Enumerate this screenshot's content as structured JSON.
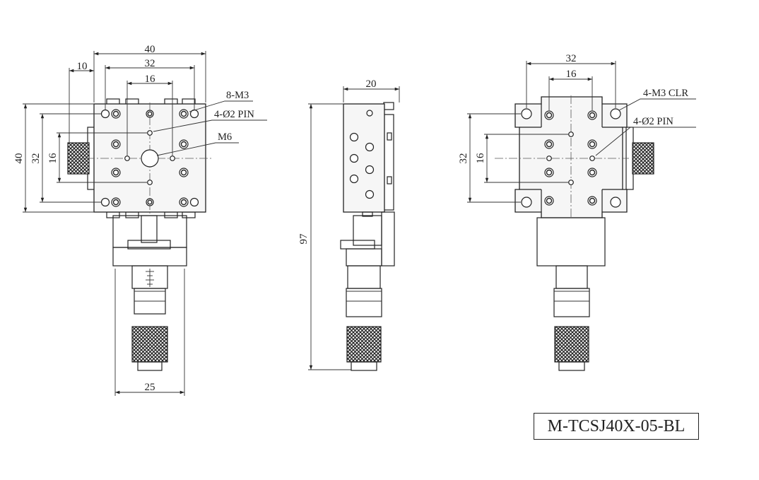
{
  "model": "M-TCSJ40X-05-BL",
  "front": {
    "dim_width_total": "40",
    "dim_hole_span": "32",
    "dim_inner_span": "16",
    "dim_offset": "10",
    "dim_height_total": "40",
    "dim_height_span": "32",
    "dim_height_inner": "16",
    "dim_micrometer_width": "25",
    "label_threads": "8-M3",
    "label_pins": "4-Ø2 PIN",
    "label_center": "M6"
  },
  "side": {
    "dim_depth": "20",
    "dim_height": "97"
  },
  "back": {
    "dim_hole_span": "32",
    "dim_inner_span": "16",
    "dim_height_span": "32",
    "dim_height_inner": "16",
    "label_clr": "4-M3 CLR",
    "label_pins": "4-Ø2 PIN"
  }
}
